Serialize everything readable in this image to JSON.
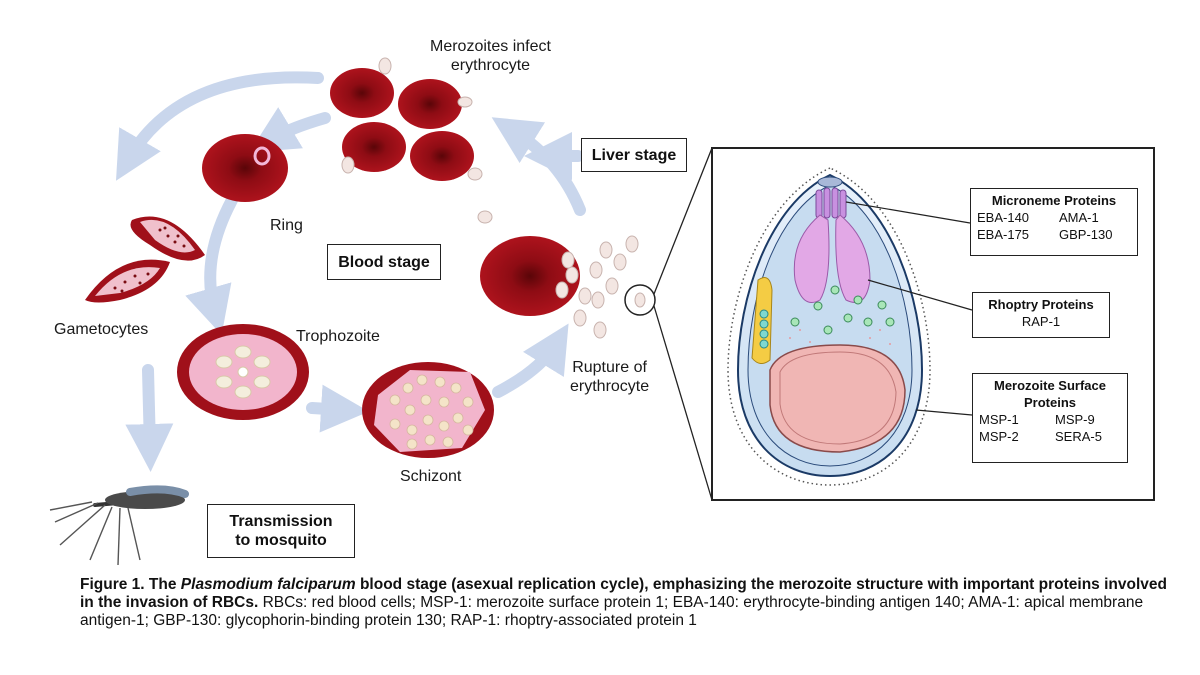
{
  "labels": {
    "merozoites": [
      "Merozoites infect",
      "erythrocyte"
    ],
    "liver_stage": "Liver stage",
    "ring": "Ring",
    "blood_stage": "Blood stage",
    "gametocytes": "Gametocytes",
    "trophozoite": "Trophozoite",
    "rupture": [
      "Rupture of",
      "erythrocyte"
    ],
    "schizont": "Schizont",
    "transmission": [
      "Transmission",
      "to mosquito"
    ]
  },
  "protein_boxes": {
    "microneme": {
      "title": "Microneme Proteins",
      "items": [
        "EBA-140",
        "AMA-1",
        "EBA-175",
        "GBP-130"
      ]
    },
    "rhoptry": {
      "title": "Rhoptry Proteins",
      "items": [
        "RAP-1"
      ]
    },
    "surface": {
      "title": "Merozoite Surface Proteins",
      "items": [
        "MSP-1",
        "MSP-9",
        "MSP-2",
        "SERA-5"
      ]
    }
  },
  "caption": {
    "fig": "Figure 1.",
    "bold_a": "The ",
    "italic": "Plasmodium falciparum",
    "bold_b": " blood stage (asexual replication cycle), emphasizing the merozoite structure with important proteins involved in the invasion of RBCs.",
    "rest": " RBCs: red blood cells; MSP-1: merozoite surface protein 1; EBA-140: erythrocyte-binding antigen 140; AMA-1: apical membrane antigen-1; GBP-130: glycophorin-binding protein 130; RAP-1: rhoptry-associated protein 1"
  },
  "colors": {
    "rbc": "#a0101a",
    "rbc_dark": "#6e0a10",
    "arrow": "#c9d6ec",
    "merozoite_fill": "#dbe8f5",
    "rhoptry": "#e2a8e6",
    "nucleus": "#f0b6b4",
    "micronemes": "#a8e6b8"
  }
}
